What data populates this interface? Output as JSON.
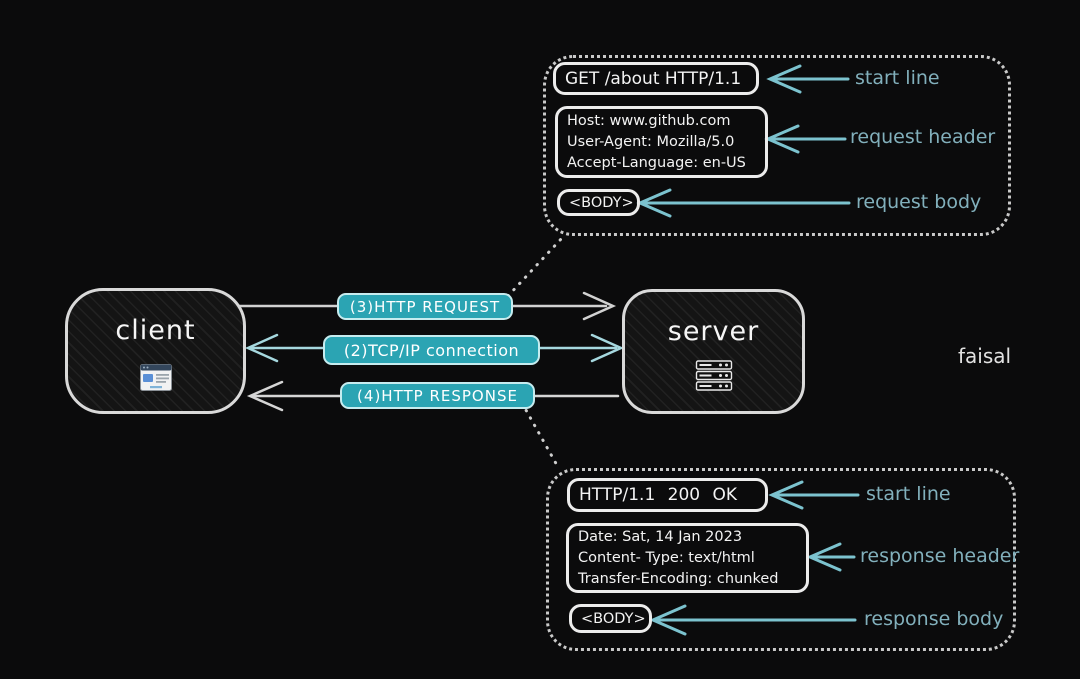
{
  "canvas": {
    "background": "#0b0b0c"
  },
  "signature": "faisal",
  "nodes": {
    "client": {
      "label": "client",
      "icon": "browser-window-icon"
    },
    "server": {
      "label": "server",
      "icon": "server-rack-icon"
    }
  },
  "connections": {
    "http_request": {
      "label": "(3)HTTP REQUEST",
      "direction": "client-to-server"
    },
    "tcp_ip": {
      "label": "(2)TCP/IP connection",
      "direction": "bidirectional"
    },
    "http_response": {
      "label": "(4)HTTP RESPONSE",
      "direction": "server-to-client"
    }
  },
  "request_panel": {
    "start_line": {
      "text": "GET /about HTTP/1.1",
      "annotation": "start line"
    },
    "header": {
      "lines": [
        "Host: www.github.com",
        "User-Agent: Mozilla/5.0",
        "Accept-Language: en-US"
      ],
      "annotation": "request header"
    },
    "body": {
      "text": "<BODY>",
      "annotation": "request body"
    }
  },
  "response_panel": {
    "start_line": {
      "text": "HTTP/1.1 200 OK",
      "annotation": "start line"
    },
    "header": {
      "lines": [
        "Date: Sat, 14 Jan 2023",
        "Content- Type: text/html",
        "Transfer-Encoding: chunked"
      ],
      "annotation": "response header"
    },
    "body": {
      "text": "<BODY>",
      "annotation": "response body"
    }
  },
  "colors": {
    "pill_fill": "#2ba4b3",
    "pill_border": "#c6ecef",
    "teal_arrow": "#7cc3cf",
    "annotation_text": "#82b0bc",
    "box_border": "#ececec",
    "gray_arrow": "#d2d2d2"
  }
}
